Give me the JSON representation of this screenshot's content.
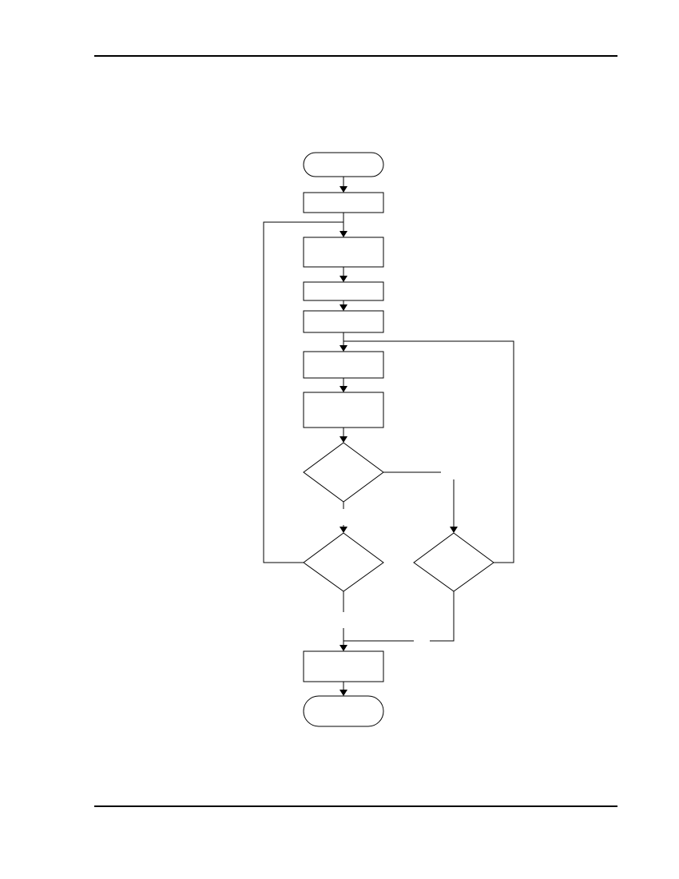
{
  "diagram": {
    "type": "flowchart",
    "nodes": [
      {
        "id": "start",
        "shape": "terminator",
        "label": ""
      },
      {
        "id": "p1",
        "shape": "process",
        "label": ""
      },
      {
        "id": "p2",
        "shape": "process",
        "label": ""
      },
      {
        "id": "p3",
        "shape": "process",
        "label": ""
      },
      {
        "id": "p4",
        "shape": "process",
        "label": ""
      },
      {
        "id": "p5",
        "shape": "process",
        "label": ""
      },
      {
        "id": "p6",
        "shape": "process",
        "label": ""
      },
      {
        "id": "d1",
        "shape": "decision",
        "label": ""
      },
      {
        "id": "d2",
        "shape": "decision",
        "label": ""
      },
      {
        "id": "d3",
        "shape": "decision",
        "label": ""
      },
      {
        "id": "p7",
        "shape": "process",
        "label": ""
      },
      {
        "id": "end",
        "shape": "terminator",
        "label": ""
      }
    ],
    "edges": [
      {
        "from": "start",
        "to": "p1"
      },
      {
        "from": "p1",
        "to": "p2"
      },
      {
        "from": "p2",
        "to": "p3"
      },
      {
        "from": "p3",
        "to": "p4"
      },
      {
        "from": "p4",
        "to": "p5"
      },
      {
        "from": "p5",
        "to": "p6"
      },
      {
        "from": "p6",
        "to": "d1"
      },
      {
        "from": "d1",
        "to": "d2"
      },
      {
        "from": "d1",
        "to": "d3"
      },
      {
        "from": "d2",
        "to": "p2"
      },
      {
        "from": "d3",
        "to": "p5"
      },
      {
        "from": "d2",
        "to": "p7"
      },
      {
        "from": "d3",
        "to": "p7"
      },
      {
        "from": "p7",
        "to": "end"
      }
    ]
  }
}
